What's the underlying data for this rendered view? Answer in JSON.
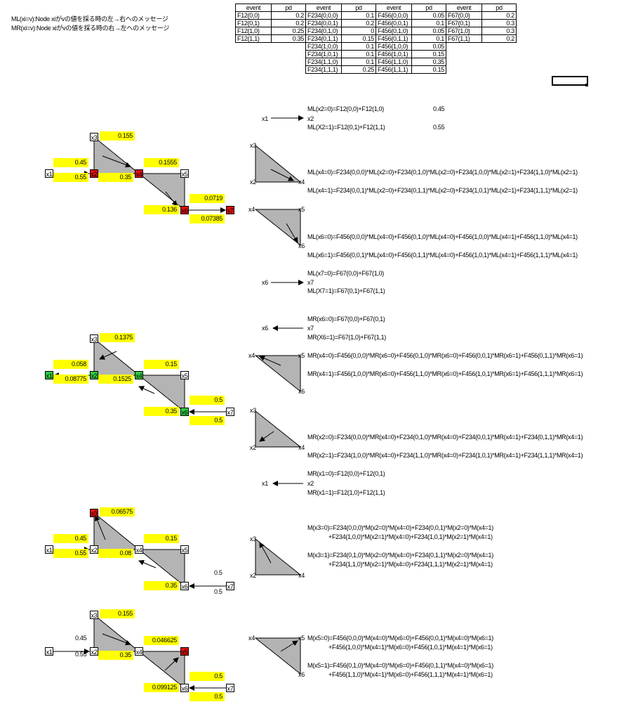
{
  "legend": [
    "ML(xi=v):Node xiがvの値を採る時の左→右へのメッセージ",
    "MR(xi=v):Node xiがvの値を採る時の右→左へのメッセージ"
  ],
  "pd_table": {
    "headers": [
      "event",
      "pd",
      "event",
      "pd",
      "event",
      "pd",
      "event",
      "pd"
    ],
    "F12": [
      [
        "F12(0,0)",
        "0.2"
      ],
      [
        "F12(0,1)",
        "0.2"
      ],
      [
        "F12(1,0)",
        "0.25"
      ],
      [
        "F12(1,1)",
        "0.35"
      ]
    ],
    "F234": [
      [
        "F234(0,0,0)",
        "0.1"
      ],
      [
        "F234(0,0,1)",
        "0.2"
      ],
      [
        "F234(0,1,0)",
        "0"
      ],
      [
        "F234(0,1,1)",
        "0.15"
      ],
      [
        "F234(1,0,0)",
        "0.1"
      ],
      [
        "F234(1,0,1)",
        "0.1"
      ],
      [
        "F234(1,1,0)",
        "0.1"
      ],
      [
        "F234(1,1,1)",
        "0.25"
      ]
    ],
    "F456": [
      [
        "F456(0,0,0)",
        "0.05"
      ],
      [
        "F456(0,0,1)",
        "0.1"
      ],
      [
        "F456(0,1,0)",
        "0.05"
      ],
      [
        "F456(0,1,1)",
        "0.1"
      ],
      [
        "F456(1,0,0)",
        "0.05"
      ],
      [
        "F456(1,0,1)",
        "0.15"
      ],
      [
        "F456(1,1,0)",
        "0.35"
      ],
      [
        "F456(1,1,1)",
        "0.15"
      ]
    ],
    "F67": [
      [
        "F67(0,0)",
        "0.2"
      ],
      [
        "F67(0,1)",
        "0.3"
      ],
      [
        "F67(1,0)",
        "0.3"
      ],
      [
        "F67(1,1)",
        "0.2"
      ]
    ]
  },
  "node_labels": [
    "x1",
    "x2",
    "x3",
    "x4",
    "x5",
    "x6",
    "x7"
  ],
  "diagrams": [
    {
      "name": "forward-ML",
      "node_colors": {
        "x1": "white",
        "x2": "red",
        "x3": "white",
        "x4": "red",
        "x5": "white",
        "x6": "red",
        "x7": "red"
      },
      "values": {
        "x3": "0.155",
        "x12_top": "0.45",
        "x12_bot": "0.55",
        "x24_bot": "0.35",
        "x45_top": "0.1555",
        "x6_left": "0.136",
        "x67_top": "0.0719",
        "x67_bot": "0.07385"
      }
    },
    {
      "name": "backward-MR",
      "node_colors": {
        "x1": "green",
        "x2": "green",
        "x3": "white",
        "x4": "green",
        "x5": "white",
        "x6": "green",
        "x7": "white"
      },
      "values": {
        "x3": "0.1375",
        "x12_top": "0.058",
        "x12_bot": "0.08775",
        "x24_bot": "0.1525",
        "x45_top": "0.15",
        "x6_left": "0.35",
        "x67_top": "0.5",
        "x67_bot": "0.5"
      }
    },
    {
      "name": "marginal-x3",
      "node_colors": {
        "x1": "white",
        "x2": "white",
        "x3": "red",
        "x4": "white",
        "x5": "white",
        "x6": "white",
        "x7": "white"
      },
      "values": {
        "x3": "0.06575",
        "x12_top": "0.45",
        "x12_bot": "0.55",
        "x24_bot": "0.08",
        "x45_top": "0.15",
        "x6_left": "0.35",
        "x67_top": "0.5",
        "x67_bot": "0.5"
      }
    },
    {
      "name": "marginal-x5",
      "node_colors": {
        "x1": "white",
        "x2": "white",
        "x3": "white",
        "x4": "white",
        "x5": "red",
        "x6": "white",
        "x7": "white"
      },
      "values": {
        "x3": "0.155",
        "x12_top": "0.45",
        "x12_bot": "0.55",
        "x24_bot": "0.35",
        "x45_top": "0.046625",
        "x6_left": "0.099125",
        "x67_top": "0.5",
        "x67_bot": "0.5"
      }
    }
  ],
  "equations": {
    "ml_x2_0": "ML(x2=0)=F12(0,0)+F12(1,0)",
    "ml_x2_0_val": "0.45",
    "ml_x2_1": "ML(X2=1)=F12(0,1)+F12(1,1)",
    "ml_x2_1_val": "0.55",
    "ml_x4_0": "ML(x4=0)=F234(0,0,0)*ML(x2=0)+F234(0,1,0)*ML(x2=0)+F234(1,0,0)*ML(x2=1)+F234(1,1,0)*ML(x2=1)",
    "ml_x4_1": "ML(x4=1)=F234(0,0,1)*ML(x2=0)+F234(0,1,1)*ML(x2=0)+F234(1,0,1)*ML(x2=1)+F234(1,1,1)*ML(x2=1)",
    "ml_x6_0": "ML(x6=0)=F456(0,0,0)*ML(x4=0)+F456(0,1,0)*ML(x4=0)+F456(1,0,0)*ML(x4=1)+F456(1,1,0)*ML(x4=1)",
    "ml_x6_1": "ML(x6=1)=F456(0,0,1)*ML(x4=0)+F456(0,1,1)*ML(x4=0)+F456(1,0,1)*ML(x4=1)+F456(1,1,1)*ML(x4=1)",
    "ml_x7_0": "ML(x7=0)=F67(0,0)+F67(1,0)",
    "ml_x7_1": "ML(X7=1)=F67(0,1)+F67(1,1)",
    "mr_x6_0": "MR(x6=0)=F67(0,0)+F67(0,1)",
    "mr_x6_1": "MR(X6=1)=F67(1,0)+F67(1,1)",
    "mr_x4_0": "MR(x4=0)=F456(0,0,0)*MR(x6=0)+F456(0,1,0)*MR(x6=0)+F456(0,0,1)*MR(x6=1)+F456(0,1,1)*MR(x6=1)",
    "mr_x4_1": "MR(x4=1)=F456(1,0,0)*MR(x6=0)+F456(1,1,0)*MR(x6=0)+F456(1,0,1)*MR(x6=1)+F456(1,1,1)*MR(x6=1)",
    "mr_x2_0": "MR(x2=0)=F234(0,0,0)*MR(x4=0)+F234(0,1,0)*MR(x4=0)+F234(0,0,1)*MR(x4=1)+F234(0,1,1)*MR(x4=1)",
    "mr_x2_1": "MR(x2=1)=F234(1,0,0)*MR(x4=0)+F234(1,1,0)*MR(x4=0)+F234(1,0,1)*MR(x4=1)+F234(1,1,1)*MR(x4=1)",
    "mr_x1_0": "MR(x1=0)=F12(0,0)+F12(0,1)",
    "mr_x1_1": "MR(x1=1)=F12(1,0)+F12(1,1)",
    "m_x3_0a": "M(x3=0)=F234(0,0,0)*M(x2=0)*M(x4=0)+F234(0,0,1)*M(x2=0)*M(x4=1)",
    "m_x3_0b": "+F234(1,0,0)*M(x2=1)*M(x4=0)+F234(1,0,1)*M(x2=1)*M(x4=1)",
    "m_x3_1a": "M(x3=1)=F234(0,1,0)*M(x2=0)*M(x4=0)+F234(0,1,1)*M(x2=0)*M(x4=1)",
    "m_x3_1b": "+F234(1,1,0)*M(x2=1)*M(x4=0)+F234(1,1,1)*M(x2=1)*M(x4=1)",
    "m_x5_0a": "M(x5=0)=F456(0,0,0)*M(x4=0)*M(x6=0)+F456(0,0,1)*M(x4=0)*M(x6=1)",
    "m_x5_0b": "+F456(1,0,0)*M(x4=1)*M(x6=0)+F456(1,0,1)*M(x4=1)*M(x6=1)",
    "m_x5_1a": "M(x5=1)=F456(0,1,0)*M(x4=0)*M(x6=0)+F456(0,1,1)*M(x4=0)*M(x6=1)",
    "m_x5_1b": "+F456(1,1,0)*M(x4=1)*M(x6=0)+F456(1,1,1)*M(x4=1)*M(x6=1)"
  },
  "colors": {
    "highlight": "#ffff00",
    "red_node": "#e01010",
    "green_node": "#2ecc40",
    "hatch": "#b0b0b0"
  }
}
